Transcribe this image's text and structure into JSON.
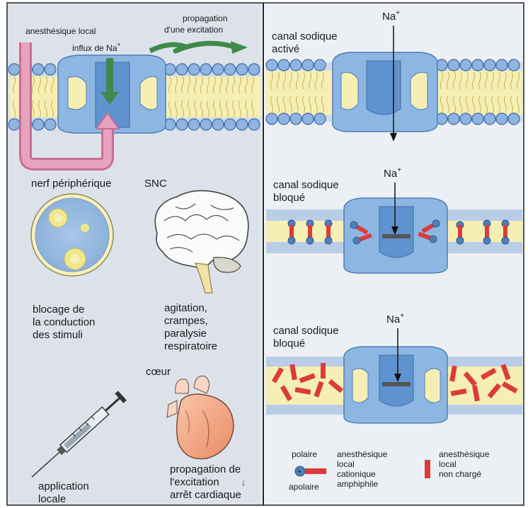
{
  "left_panel": {
    "anesthetic_label": "anesthésique local",
    "influx_label": "influx de Na",
    "influx_sup": "+",
    "propagation_line1": "propagation",
    "propagation_line2": "d'une excitation",
    "nerve_title": "nerf périphérique",
    "snc_title": "SNC",
    "nerve_caption": [
      "blocage de",
      "la conduction",
      "des stimuli"
    ],
    "snc_caption": [
      "agitation,",
      "crampes,",
      "paralysie",
      "respiratoire"
    ],
    "heart_title": "cœur",
    "heart_caption": [
      "propagation de",
      "l'excitation",
      "arrêt cardiaque"
    ],
    "syringe_caption": [
      "application",
      "locale"
    ]
  },
  "right_panel": {
    "activated_label": [
      "canal sodique",
      "activé"
    ],
    "blocked1_label": [
      "canal sodique",
      "bloqué"
    ],
    "blocked2_label": [
      "canal sodique",
      "bloqué"
    ],
    "na_label": "Na",
    "na_sup": "+"
  },
  "legend": {
    "polar": "polaire",
    "apolar": "apolaire",
    "cationic": [
      "anesthésique",
      "local",
      "cationique",
      "amphiphile"
    ],
    "uncharged": [
      "anesthésique",
      "local",
      "non chargé"
    ]
  },
  "colors": {
    "panel_left": "#dfe3ea",
    "panel_right": "#ebeef3",
    "membrane_yellow": "#f6efb4",
    "head_blue": "#6e9ed6",
    "channel_blue": "#7fb0e0",
    "channel_dark": "#4f7fb8",
    "pink": "#d98ba6",
    "green": "#3f8a4a",
    "drug_red": "#dc3b3b"
  }
}
